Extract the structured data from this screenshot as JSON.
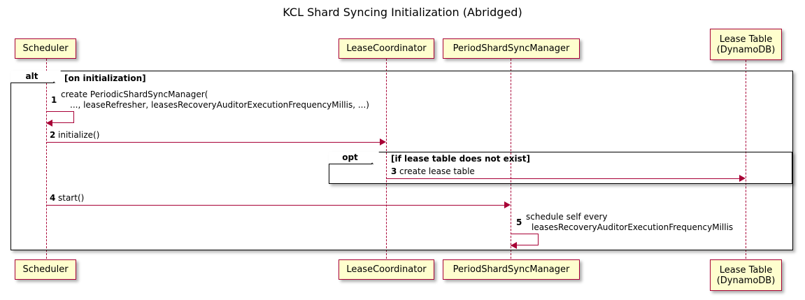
{
  "title": "KCL Shard Syncing Initialization (Abridged)",
  "participants": [
    {
      "id": "scheduler",
      "label": "Scheduler"
    },
    {
      "id": "lease-coordinator",
      "label": "LeaseCoordinator"
    },
    {
      "id": "period-shard-sync-manager",
      "label": "PeriodShardSyncManager"
    },
    {
      "id": "lease-table",
      "label": "Lease Table\n(DynamoDB)"
    }
  ],
  "fragments": [
    {
      "id": "alt",
      "operator": "alt",
      "guard": "[on initialization]"
    },
    {
      "id": "opt",
      "operator": "opt",
      "guard": "[if lease table does not exist]"
    }
  ],
  "messages": [
    {
      "seq": "1",
      "kind": "self",
      "from": "scheduler",
      "to": "scheduler",
      "line1": "create PeriodicShardSyncManager(",
      "line2": "..., leaseRefresher, leasesRecoveryAuditorExecutionFrequencyMillis, ...)"
    },
    {
      "seq": "2",
      "kind": "call",
      "from": "scheduler",
      "to": "lease-coordinator",
      "line1": "initialize()"
    },
    {
      "seq": "3",
      "kind": "call",
      "from": "lease-coordinator",
      "to": "lease-table",
      "line1": "create lease table"
    },
    {
      "seq": "4",
      "kind": "call",
      "from": "scheduler",
      "to": "period-shard-sync-manager",
      "line1": "start()"
    },
    {
      "seq": "5",
      "kind": "self",
      "from": "period-shard-sync-manager",
      "to": "period-shard-sync-manager",
      "line1": "schedule self every",
      "line2": "leasesRecoveryAuditorExecutionFrequencyMillis"
    }
  ],
  "colors": {
    "participant_fill": "#FEFECE",
    "participant_border": "#A80036",
    "arrow": "#A80036",
    "fragment_border": "#000000",
    "background": "#FFFFFF",
    "text": "#000000"
  }
}
